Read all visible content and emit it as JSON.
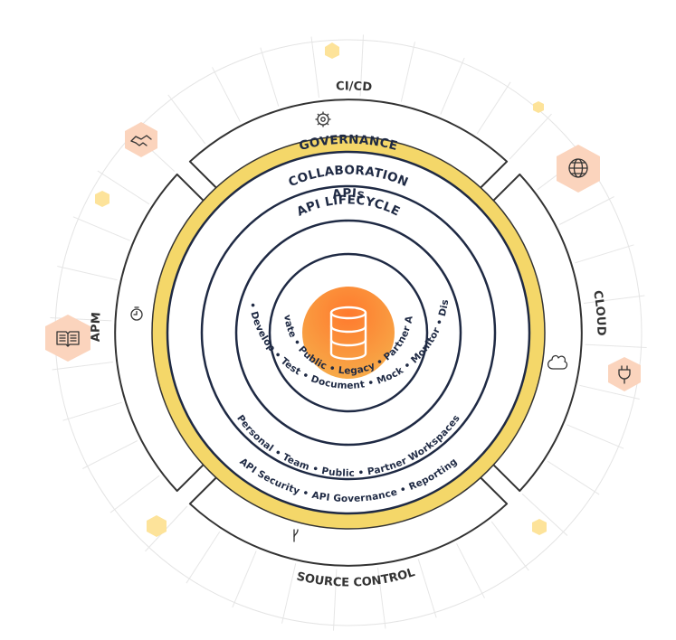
{
  "center": {
    "title": "APIs",
    "items_text": "Private • Public • Legacy • Partner APIs",
    "icon": "database-icon"
  },
  "rings": [
    {
      "title": "API LIFECYCLE",
      "items_text": "Design • Develop • Test • Document • Mock • Monitor • Distribute"
    },
    {
      "title": "COLLABORATION",
      "items_text": "Personal  •  Team  •  Public  •  Partner Workspaces"
    },
    {
      "title": "GOVERNANCE",
      "items_text": "API Security  •  API Governance  •  Reporting"
    }
  ],
  "segments": {
    "cicd": {
      "label": "CI/CD",
      "icon": "gear-icon"
    },
    "cloud": {
      "label": "CLOUD",
      "icon": "cloud-icon"
    },
    "source_control": {
      "label": "SOURCE CONTROL",
      "icon": "git-branch-icon"
    },
    "apm": {
      "label": "APM",
      "icon": "stopwatch-icon"
    }
  },
  "satellites": [
    {
      "name": "handshake-icon"
    },
    {
      "name": "globe-icon"
    },
    {
      "name": "book-icon"
    },
    {
      "name": "plug-icon"
    }
  ],
  "colors": {
    "navy": "#1f2a44",
    "gold": "#f4d769",
    "orange_top": "#ff7a2e",
    "orange_bottom": "#f6ad4a",
    "peach": "#fbd4bd",
    "light_yellow": "#fde39a"
  }
}
